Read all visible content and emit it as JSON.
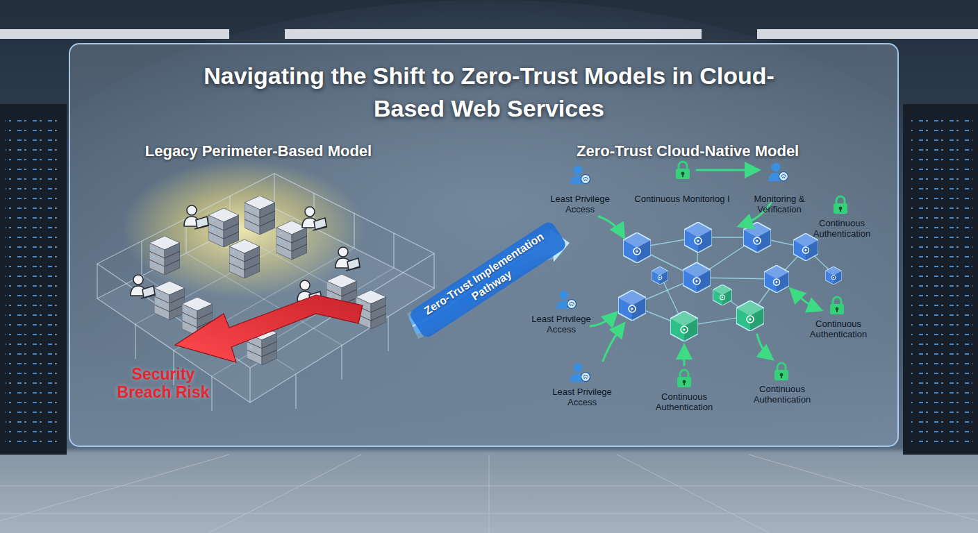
{
  "diagram": {
    "title": "Navigating the Shift to Zero-Trust Models in Cloud-Based Web Services",
    "nodes": [
      {
        "text": [
          "Legacy Perimeter-Based Model"
        ]
      },
      {
        "text": [
          "Zero-Trust Cloud-Native Model"
        ]
      }
    ],
    "edges": [
      {
        "from": 0,
        "to": 1,
        "arrow": "to",
        "label": "Zero-Trust Implementation Pathway"
      }
    ],
    "labels": [
      "Security Breach Risk",
      "Least Privilege Access",
      "Continuous Monitoriog I",
      "Monitoring & Verification",
      "Continuous Authentication",
      "Least Privilege Access",
      "Continuous Authentication",
      "Least Privilege Access",
      "Continuous Authentication",
      "Continuous Authentication"
    ]
  }
}
